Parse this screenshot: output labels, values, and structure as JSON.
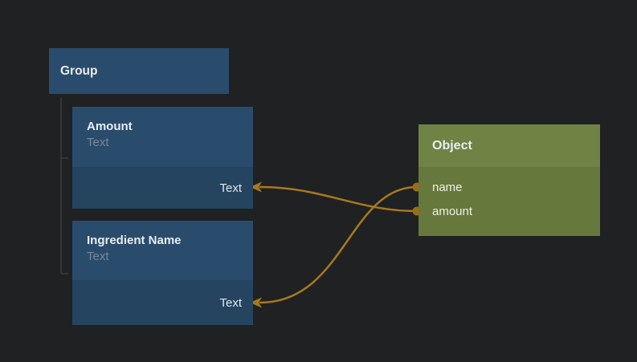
{
  "colors": {
    "bg": "#202122",
    "node_blue_header": "#2a4c6c",
    "node_blue_body": "#25445f",
    "node_green_header": "#6f8345",
    "node_green_body": "#66783c",
    "wire": "#a8791c",
    "port": "#9c6c15",
    "tree_line": "#3b3c3c",
    "title_text": "#e9edf1",
    "subtitle_text": "#76879a",
    "input_text": "#e1e7ec",
    "field_text": "#eef0e5"
  },
  "group_node": {
    "title": "Group"
  },
  "field_nodes": [
    {
      "title": "Amount",
      "subtitle": "Text",
      "input_label": "Text"
    },
    {
      "title": "Ingredient Name",
      "subtitle": "Text",
      "input_label": "Text"
    }
  ],
  "object_node": {
    "title": "Object",
    "fields": [
      {
        "label": "name"
      },
      {
        "label": "amount"
      }
    ]
  },
  "connections": [
    {
      "from": "Object.name",
      "to": "Ingredient Name.Text"
    },
    {
      "from": "Object.amount",
      "to": "Amount.Text"
    }
  ]
}
